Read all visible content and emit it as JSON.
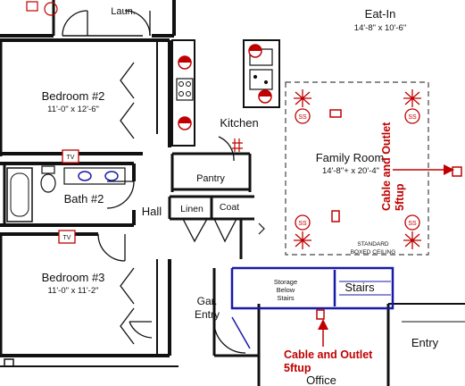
{
  "rooms": {
    "laundry": {
      "name": "Laun."
    },
    "eat_in": {
      "name": "Eat-In",
      "dims": "14'-8\" x 10'-6\""
    },
    "bedroom2": {
      "name": "Bedroom #2",
      "dims": "11'-0\" x 12'-6\""
    },
    "kitchen": {
      "name": "Kitchen"
    },
    "pantry": {
      "name": "Pantry"
    },
    "family_room": {
      "name": "Family Room",
      "dims": "14'-8\"+ x 20'-4\""
    },
    "bath2": {
      "name": "Bath #2"
    },
    "hall": {
      "name": "Hall"
    },
    "linen": {
      "name": "Linen"
    },
    "coat": {
      "name": "Coat"
    },
    "bedroom3": {
      "name": "Bedroom #3",
      "dims": "11'-0\" x 11'-2\""
    },
    "storage": {
      "line1": "Storage",
      "line2": "Below",
      "line3": "Stairs"
    },
    "stairs": {
      "name": "Stairs"
    },
    "garage_entry": {
      "line1": "Gar.",
      "line2": "Entry"
    },
    "entry": {
      "name": "Entry"
    },
    "office": {
      "name": "Office"
    }
  },
  "annotations": {
    "cable_outlet_vertical": {
      "line1": "Cable and Outlet",
      "line2": "5ftup"
    },
    "cable_outlet_bottom": {
      "line1": "Cable and Outlet",
      "line2": "5ftup"
    },
    "ceiling_note": {
      "line1": "STANDARD",
      "line2": "BOXED CEILING"
    },
    "tv_marks": [
      "TV",
      "TV"
    ],
    "speaker_mark": "SS"
  },
  "colors": {
    "wall": "#111111",
    "annotation": "#c00000",
    "stairs_outline": "#1a1aa8",
    "dashed_ceiling": "#444444"
  },
  "icons": [
    "speaker-icon",
    "light-fixture-icon",
    "outlet-icon",
    "tv-icon",
    "door-swing-icon",
    "sink-icon",
    "toilet-icon",
    "bathtub-icon",
    "stove-icon",
    "arrow-icon"
  ]
}
